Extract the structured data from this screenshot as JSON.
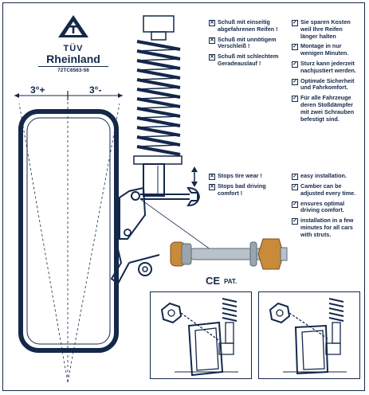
{
  "logo": {
    "name": "TÜV",
    "region": "Rheinland",
    "code": "72TC6563-56"
  },
  "camber": {
    "positive_label": "3°+",
    "negative_label": "3°-"
  },
  "german_problems": [
    "Schuß mit einseitig\nabgefahrenen Reifen !",
    "Schuß mit unnötigem\nVerschleiß !",
    "Schuß mit schlechtem\nGeradeauslauf !"
  ],
  "german_benefits": [
    "Sie sparen Kosten\nweil Ihre Reifen\nlänger halten",
    "Montage in nur\nwenigen Minuten.",
    "Sturz kann jederzeit\nnachjustiert werden.",
    "Optimale Sicherheit\nund Fahrkomfort.",
    "Für alle Fahrzeuge\nderen Stoßdämpfer\nmit zwei Schrauben\nbefestigt sind."
  ],
  "english_problems": [
    "Stops tire wear !",
    "Stops bad driving\ncomfort !"
  ],
  "english_benefits": [
    "easy installation.",
    "Camber can be\nadjusted every time.",
    "ensures optimal\ndriving comfort.",
    "installation in a few\nminutes for all cars\nwith struts."
  ],
  "certification": {
    "ce": "CE",
    "pat": "PAT."
  },
  "colors": {
    "ink": "#14284a",
    "bolt_steel": "#b9c2ca",
    "nut_bronze": "#c98a3a"
  }
}
